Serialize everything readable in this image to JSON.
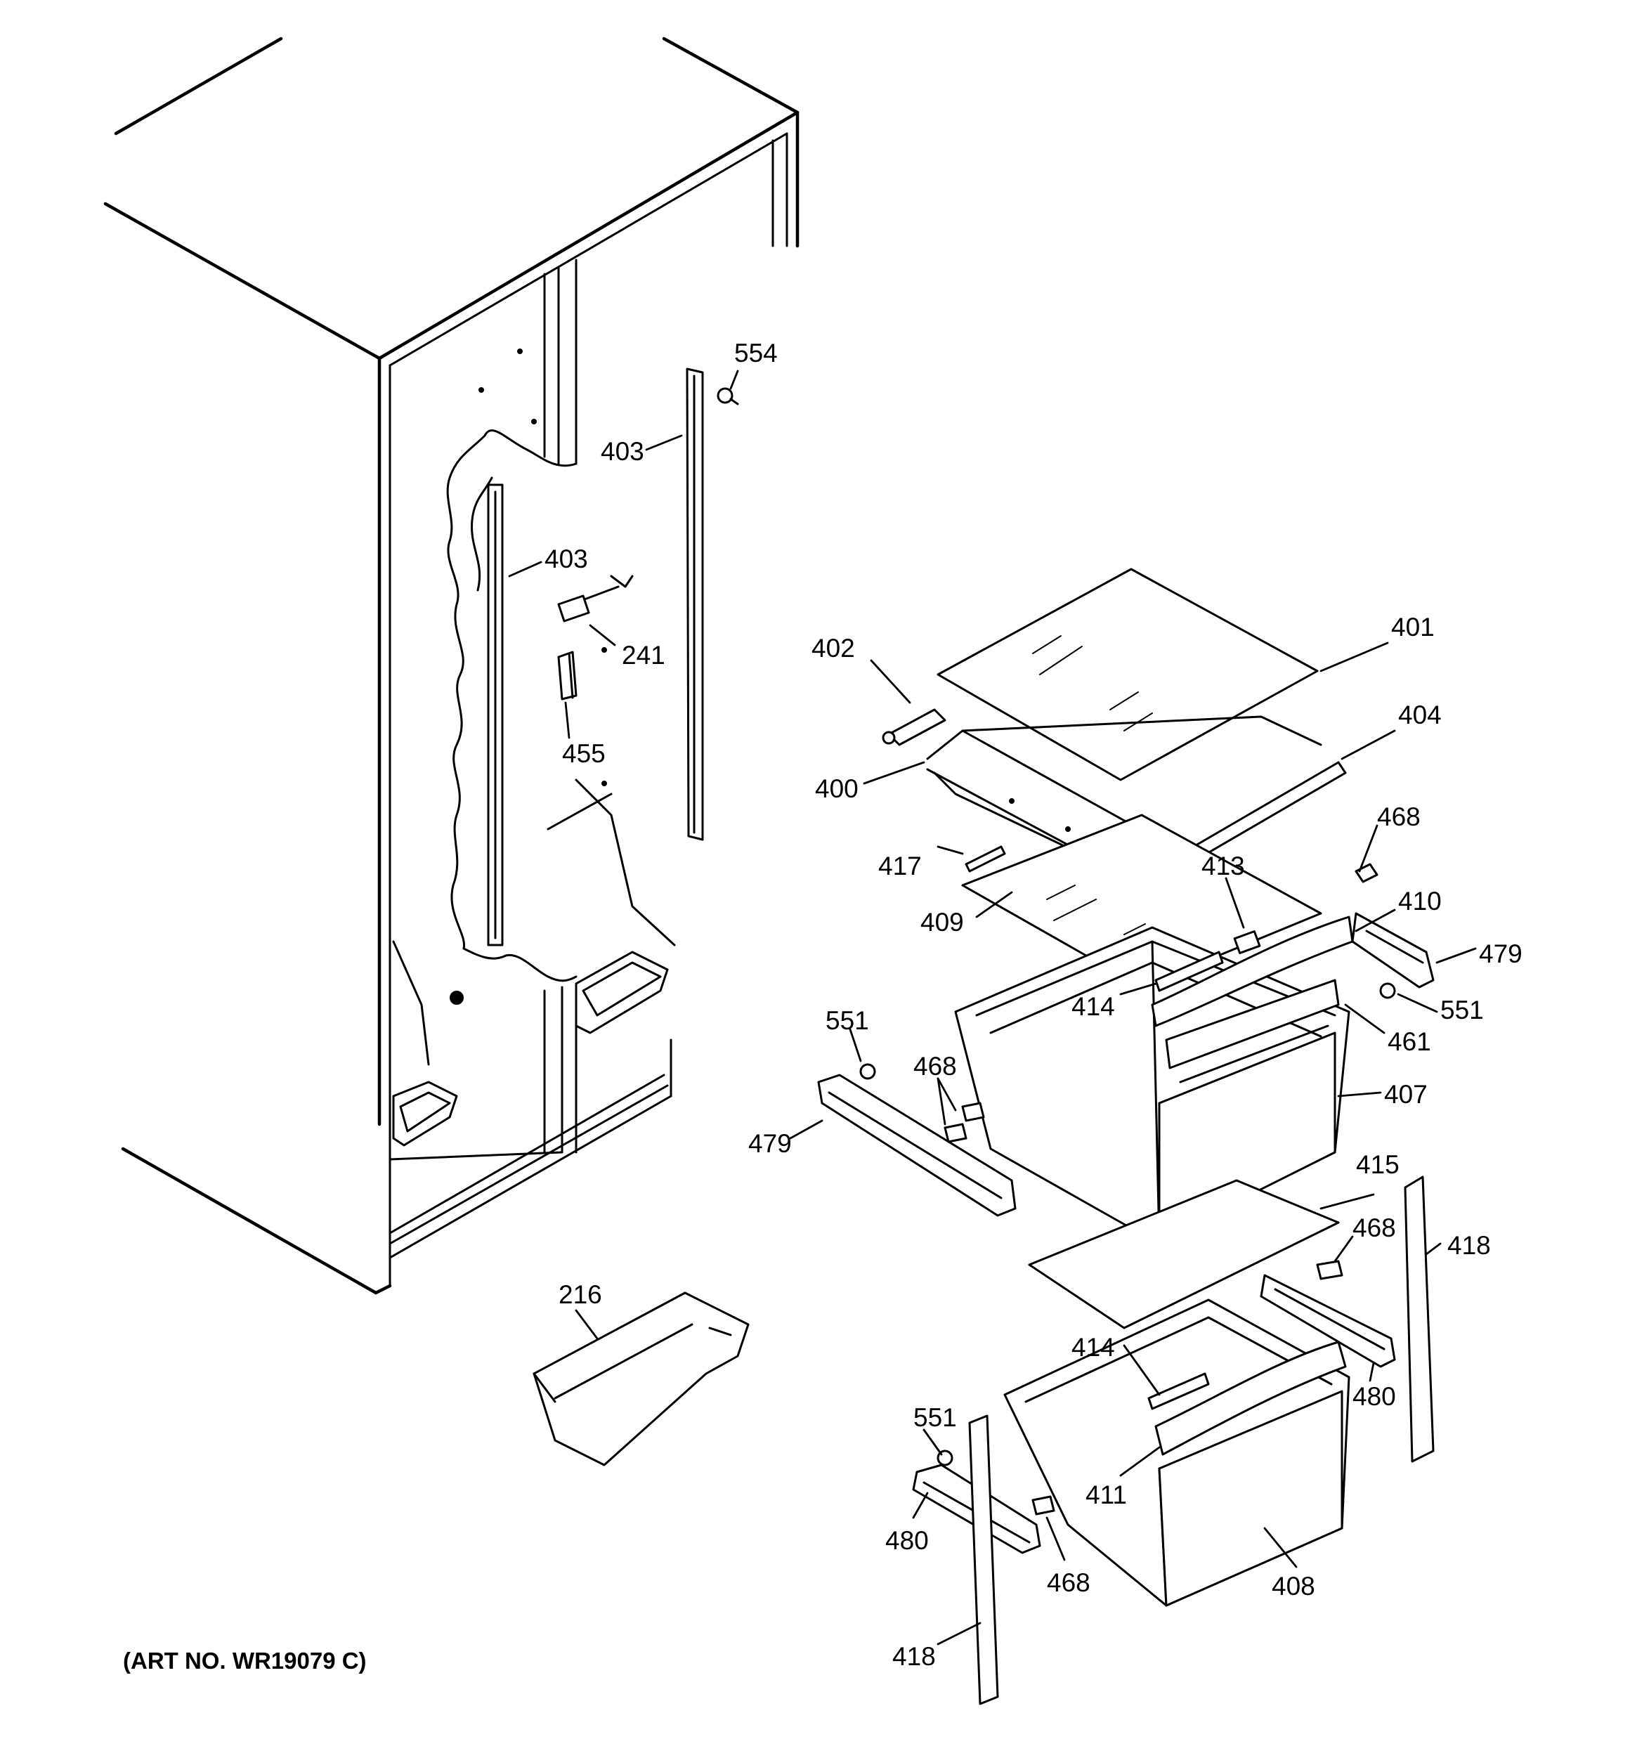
{
  "art_number": "(ART NO. WR19079 C)",
  "callouts": [
    {
      "id": "554",
      "label": "554"
    },
    {
      "id": "403a",
      "label": "403"
    },
    {
      "id": "403b",
      "label": "403"
    },
    {
      "id": "241",
      "label": "241"
    },
    {
      "id": "455",
      "label": "455"
    },
    {
      "id": "402",
      "label": "402"
    },
    {
      "id": "401",
      "label": "401"
    },
    {
      "id": "404",
      "label": "404"
    },
    {
      "id": "400",
      "label": "400"
    },
    {
      "id": "468a",
      "label": "468"
    },
    {
      "id": "417",
      "label": "417"
    },
    {
      "id": "413",
      "label": "413"
    },
    {
      "id": "410",
      "label": "410"
    },
    {
      "id": "409",
      "label": "409"
    },
    {
      "id": "479a",
      "label": "479"
    },
    {
      "id": "551a",
      "label": "551"
    },
    {
      "id": "414a",
      "label": "414"
    },
    {
      "id": "461",
      "label": "461"
    },
    {
      "id": "551b",
      "label": "551"
    },
    {
      "id": "468b",
      "label": "468"
    },
    {
      "id": "407",
      "label": "407"
    },
    {
      "id": "479b",
      "label": "479"
    },
    {
      "id": "415",
      "label": "415"
    },
    {
      "id": "468c",
      "label": "468"
    },
    {
      "id": "418a",
      "label": "418"
    },
    {
      "id": "216",
      "label": "216"
    },
    {
      "id": "414b",
      "label": "414"
    },
    {
      "id": "480a",
      "label": "480"
    },
    {
      "id": "551c",
      "label": "551"
    },
    {
      "id": "411",
      "label": "411"
    },
    {
      "id": "480b",
      "label": "480"
    },
    {
      "id": "468d",
      "label": "468"
    },
    {
      "id": "408",
      "label": "408"
    },
    {
      "id": "418b",
      "label": "418"
    }
  ]
}
